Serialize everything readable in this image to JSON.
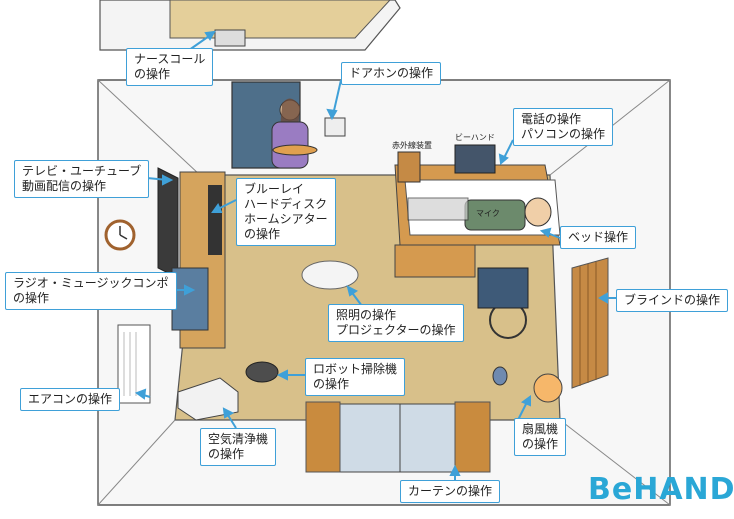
{
  "labels": {
    "nurse_call": [
      "ナースコール",
      "の操作"
    ],
    "intercom": [
      "ドアホンの操作"
    ],
    "phone_pc": [
      "電話の操作",
      "パソコンの操作"
    ],
    "tv_youtube": [
      "テレビ・ユーチューブ",
      "動画配信の操作"
    ],
    "bluray": [
      "ブルーレイ",
      "ハードディスク",
      "ホームシアター",
      "の操作"
    ],
    "radio": [
      "ラジオ・ミュージックコンポ",
      "の操作"
    ],
    "bed": [
      "ベッド操作"
    ],
    "blinds": [
      "ブラインドの操作"
    ],
    "lighting": [
      "照明の操作",
      "プロジェクターの操作"
    ],
    "aircon": [
      "エアコンの操作"
    ],
    "robot": [
      "ロボット掃除機",
      "の操作"
    ],
    "purifier": [
      "空気清浄機",
      "の操作"
    ],
    "fan": [
      "扇風機",
      "の操作"
    ],
    "curtain": [
      "カーテンの操作"
    ]
  },
  "device_labels": {
    "ir_device": "赤外線装置",
    "bhand": "ビーハンド",
    "mic": "マイク"
  },
  "logo": "BeHAND",
  "colors": {
    "label_border": "#3fa0d8",
    "arrow": "#3fa0d8",
    "floor": "#d8c08a",
    "logo": "#2aa7d6"
  }
}
